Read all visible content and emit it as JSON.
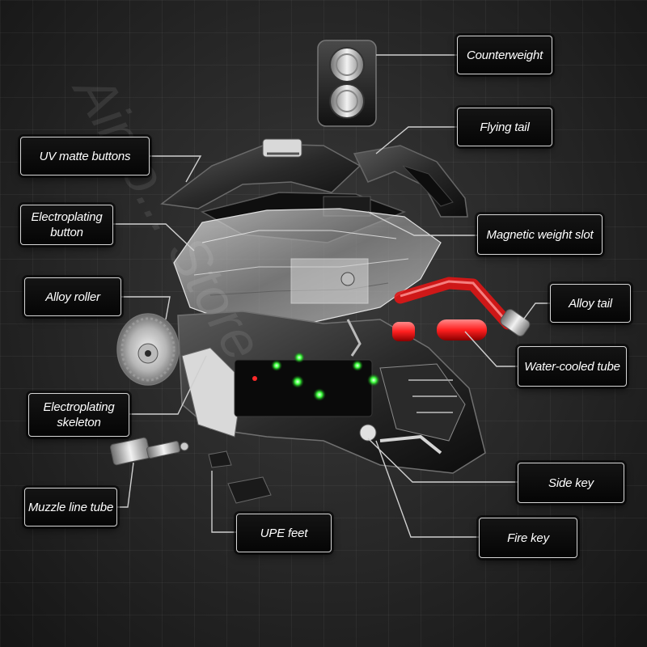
{
  "watermark": "Aimo... Store",
  "labels": {
    "counterweight": "Counterweight",
    "flying_tail": "Flying tail",
    "uv_matte_buttons": "UV matte buttons",
    "electroplating_button": [
      "Electroplating",
      "button"
    ],
    "magnetic_weight_slot": "Magnetic weight slot",
    "alloy_roller": "Alloy roller",
    "alloy_tail": "Alloy tail",
    "water_cooled_tube": "Water-cooled tube",
    "electroplating_skeleton": [
      "Electroplating",
      "skeleton"
    ],
    "side_key": "Side key",
    "muzzle_line_tube": "Muzzle line tube",
    "upe_feet": "UPE feet",
    "fire_key": "Fire key"
  },
  "colors": {
    "background": "#262626",
    "callout_border": "#d6d6d6",
    "leader_line": "#cfcfcf",
    "led_green": "#3cff3c",
    "tube_red": "#ff2a2a"
  }
}
